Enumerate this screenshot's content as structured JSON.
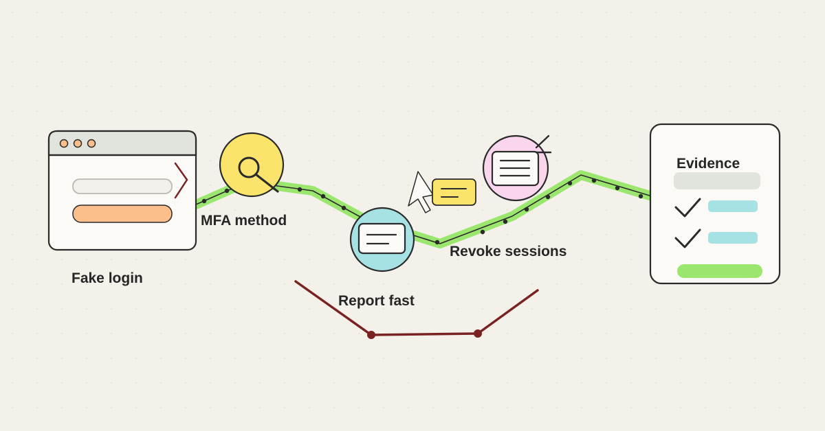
{
  "labels": {
    "fake_login": "Fake login",
    "mfa_method": "MFA method",
    "report_fast": "Report fast",
    "revoke_sessions": "Revoke sessions",
    "evidence": "Evidence"
  },
  "icons": {
    "login": "browser-window-icon",
    "mfa": "magnifier-icon",
    "report": "message-card-icon",
    "revoke": "message-card-icon",
    "cursor": "mouse-pointer-icon",
    "note": "sticky-note-icon",
    "evidence": "checklist-icon"
  },
  "colors": {
    "background": "#f3f1ea",
    "path_highlight": "#9be66f",
    "mfa_circle": "#fbe46c",
    "report_circle": "#a6e1e4",
    "revoke_circle": "#f9d6ec",
    "note": "#fbe46c",
    "login_button": "#fcbf8c",
    "evidence_button": "#9be66f",
    "accent_dark_red": "#7a2222"
  }
}
